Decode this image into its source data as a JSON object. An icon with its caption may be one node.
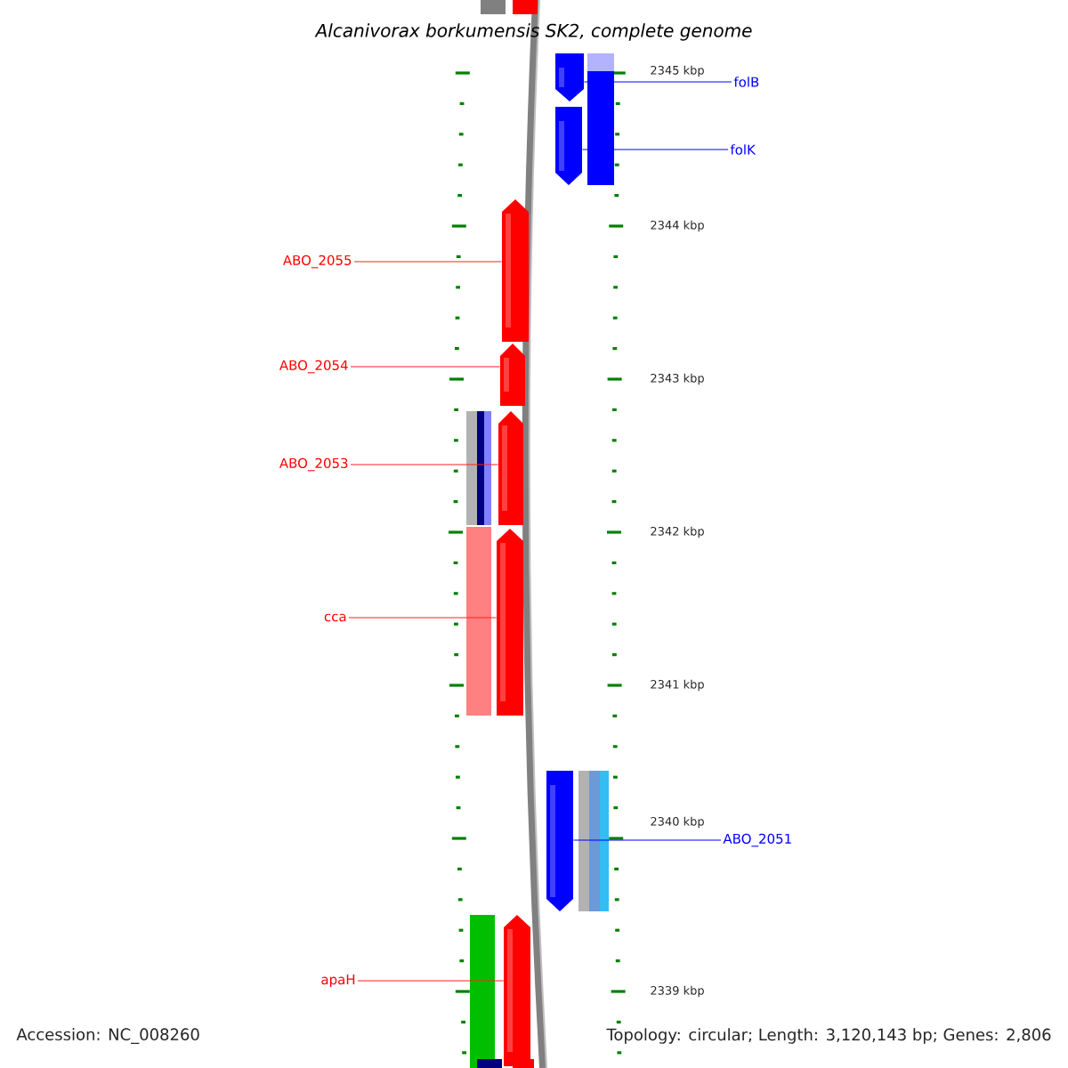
{
  "diagram": {
    "title": "Alcanivorax borkumensis SK2, complete genome",
    "nodes": [
      {
        "text": [
          "folB"
        ]
      },
      {
        "text": [
          "folK"
        ]
      },
      {
        "text": [
          "ABO_2055"
        ]
      },
      {
        "text": [
          "ABO_2054"
        ]
      },
      {
        "text": [
          "ABO_2053"
        ]
      },
      {
        "text": [
          "cca"
        ]
      },
      {
        "text": [
          "ABO_2051"
        ]
      },
      {
        "text": [
          "apaH"
        ]
      },
      {
        "text": [],
        "shape": "arrow"
      },
      {
        "text": [],
        "shape": "arrow"
      },
      {
        "text": [],
        "shape": "arrow"
      },
      {
        "text": [],
        "shape": "arrow"
      },
      {
        "text": [],
        "shape": "arrow"
      },
      {
        "text": [],
        "shape": "arrow"
      },
      {
        "text": [],
        "shape": "arrow"
      },
      {
        "text": [],
        "shape": "arrow"
      }
    ],
    "edges": [
      {
        "from": 0,
        "to": 8,
        "arrow": "none",
        "color": "#0000ff"
      },
      {
        "from": 1,
        "to": 9,
        "arrow": "none",
        "color": "#0000ff"
      },
      {
        "from": 2,
        "to": 10,
        "arrow": "none"
      },
      {
        "from": 3,
        "to": 11,
        "arrow": "none"
      },
      {
        "from": 4,
        "to": 12,
        "arrow": "none"
      },
      {
        "from": 5,
        "to": 13,
        "arrow": "none"
      },
      {
        "from": 6,
        "to": 14,
        "arrow": "none",
        "color": "#0000ff"
      },
      {
        "from": 7,
        "to": 15,
        "arrow": "none"
      }
    ],
    "labels": [
      "2345 kbp",
      "2344 kbp",
      "2343 kbp",
      "2342 kbp",
      "2341 kbp",
      "2340 kbp",
      "2339 kbp",
      "Accession: NC_008260",
      "Topology: circular; Length: 3,120,143 bp; Genes: 2,806"
    ]
  }
}
